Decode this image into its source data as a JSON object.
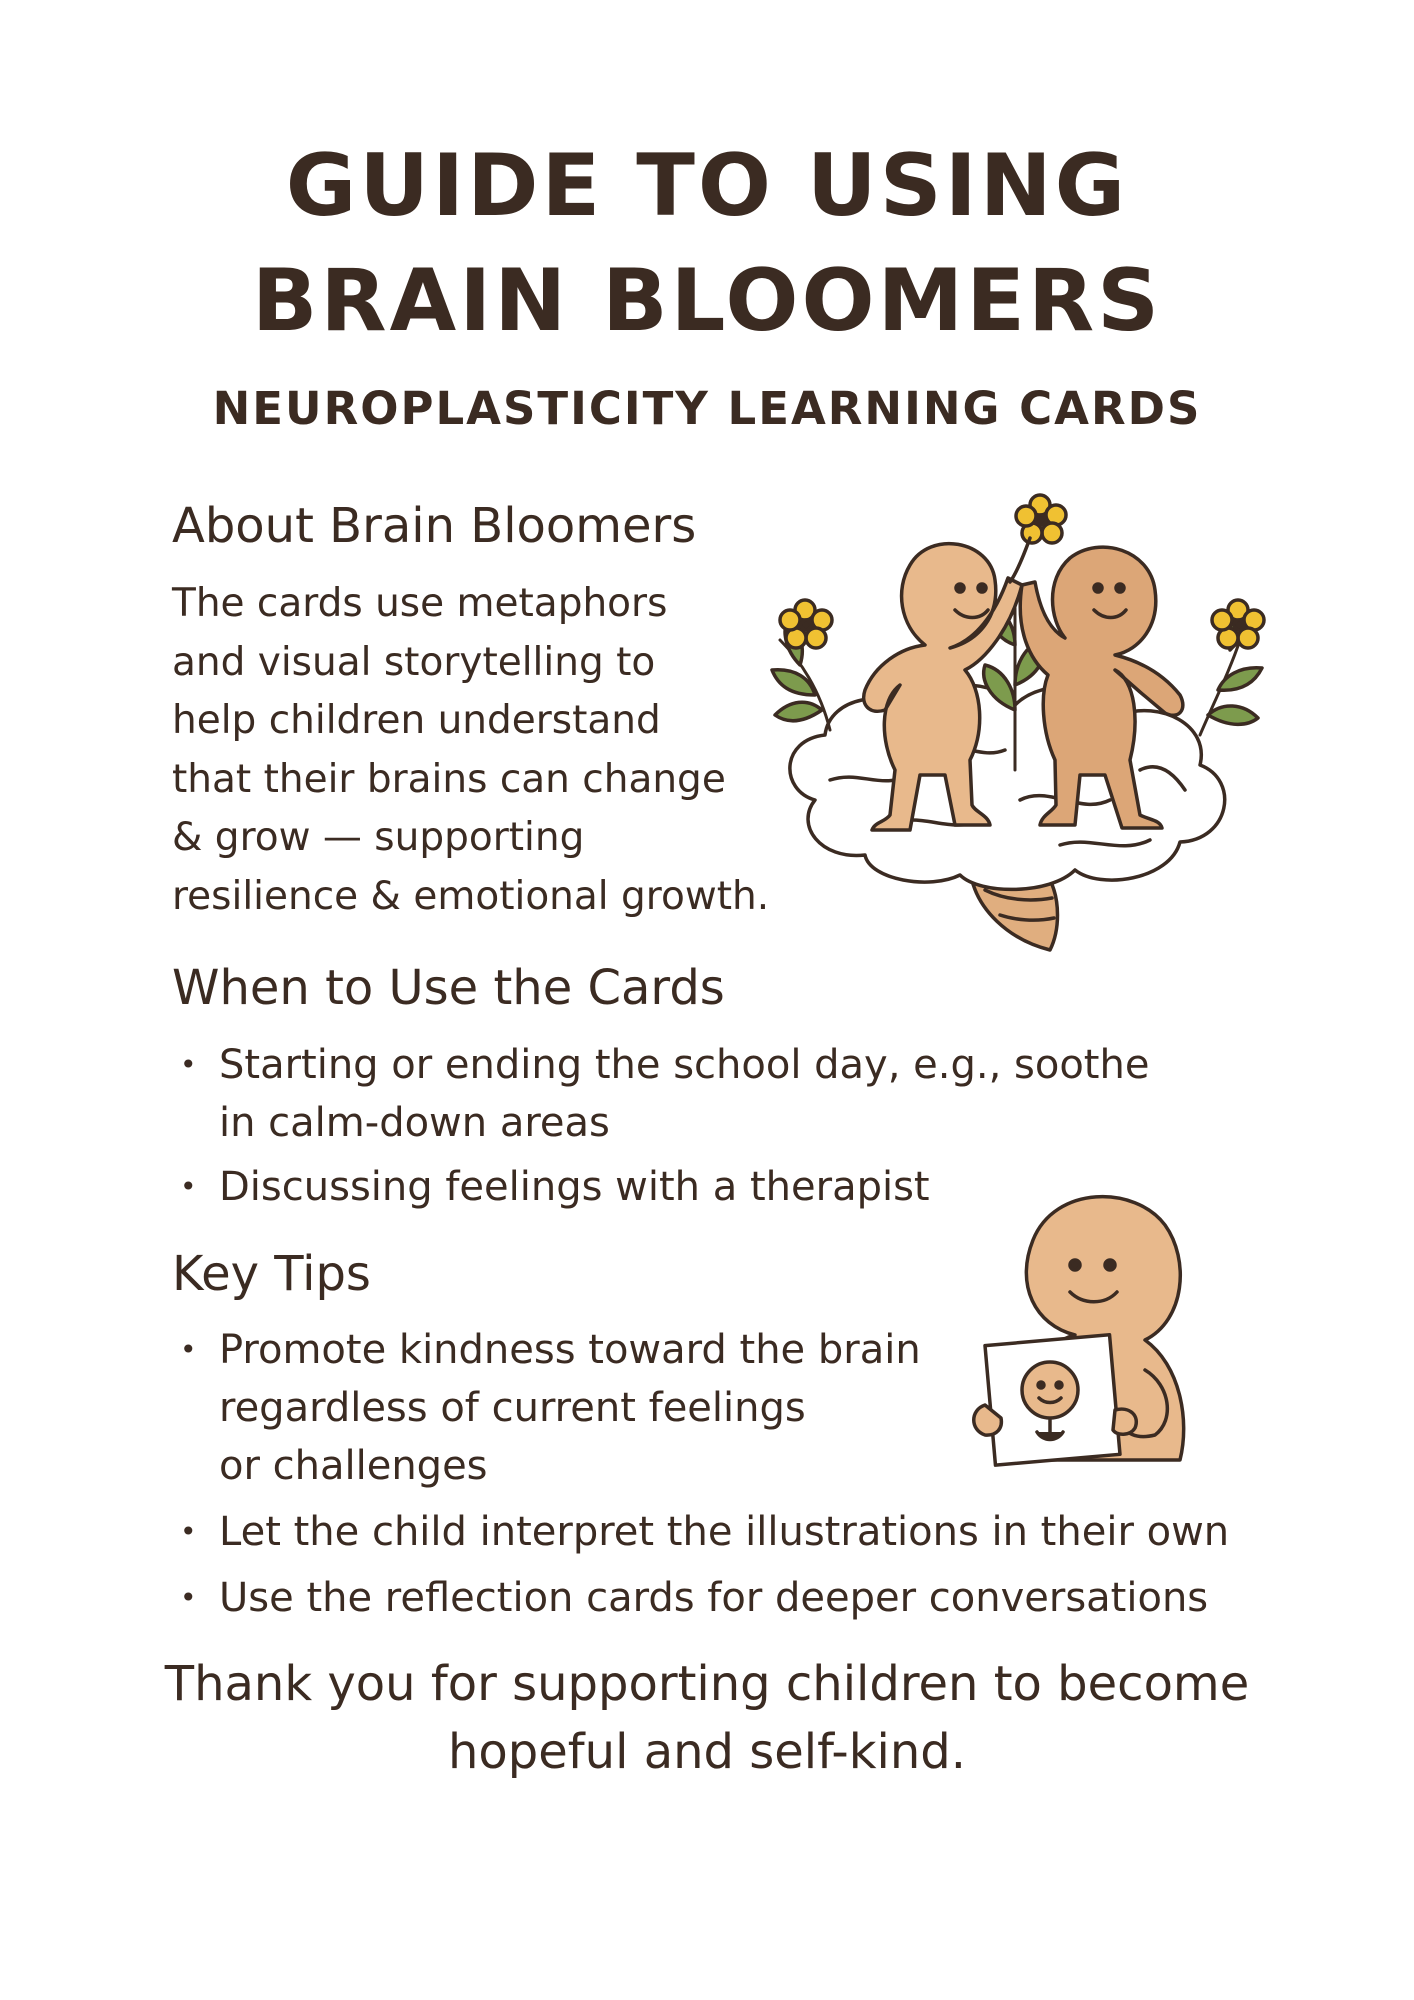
{
  "title_line1": "GUIDE TO USING",
  "title_line2": "BRAIN BLOOMERS",
  "subtitle": "NEUROPLASTICITY LEARNING CARDS",
  "about": {
    "heading": "About Brain Bloomers",
    "body": "The cards use metaphors\nand visual storytelling to\nhelp children understand\nthat their brains can change\n& grow — supporting\nresilience & emotional growth."
  },
  "when": {
    "heading": "When to Use the Cards",
    "items": [
      "Starting or ending the school day, e.g., soothe\nin calm-down areas",
      "Discussing feelings with a therapist"
    ]
  },
  "tips": {
    "heading": "Key Tips",
    "items": [
      "Promote kindness toward the brain\nregardless of current feelings\nor challenges",
      "Let the child interpret the illustrations in their own",
      "Use the reflection cards for deeper conversations"
    ]
  },
  "thanks": "Thank you for supporting children to become\nhopeful and self-kind.",
  "colors": {
    "text": "#3b2b22",
    "skin": "#e8b98c",
    "skin_dark": "#dca677",
    "leaf": "#7d9b4d",
    "flower": "#f0c132",
    "cloud": "#ffffff"
  }
}
